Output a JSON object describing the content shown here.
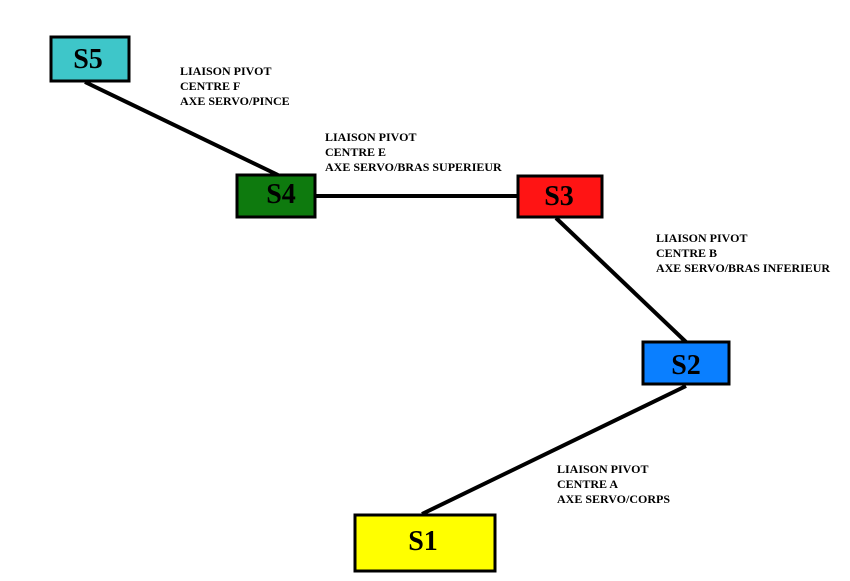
{
  "diagram": {
    "nodes": [
      {
        "id": "S1",
        "label": "S1",
        "fill": "#ffff00"
      },
      {
        "id": "S2",
        "label": "S2",
        "fill": "#0a7fff"
      },
      {
        "id": "S3",
        "label": "S3",
        "fill": "#ff1414"
      },
      {
        "id": "S4",
        "label": "S4",
        "fill": "#0e7a0e"
      },
      {
        "id": "S5",
        "label": "S5",
        "fill": "#3ec6c9"
      }
    ],
    "links": [
      {
        "from": "S1",
        "to": "S2",
        "lines": [
          "LIAISON PIVOT",
          "CENTRE A",
          "AXE SERVO/CORPS"
        ]
      },
      {
        "from": "S2",
        "to": "S3",
        "lines": [
          "LIAISON PIVOT",
          "CENTRE  B",
          "AXE SERVO/BRAS INFERIEUR"
        ]
      },
      {
        "from": "S3",
        "to": "S4",
        "lines": [
          "LIAISON PIVOT",
          "CENTRE E",
          "AXE SERVO/BRAS SUPERIEUR"
        ]
      },
      {
        "from": "S4",
        "to": "S5",
        "lines": [
          "LIAISON PIVOT",
          "CENTRE F",
          "AXE SERVO/PINCE"
        ]
      }
    ]
  }
}
